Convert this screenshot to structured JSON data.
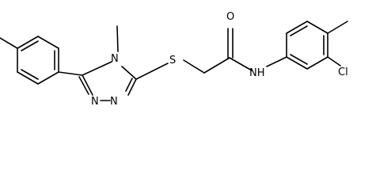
{
  "atoms": {
    "n_methyl": "N",
    "n_bottom_left": "N",
    "n_bottom_right": "N",
    "sulfur": "S",
    "oxygen": "O",
    "amide_nh": "NH",
    "chlorine": "Cl"
  }
}
